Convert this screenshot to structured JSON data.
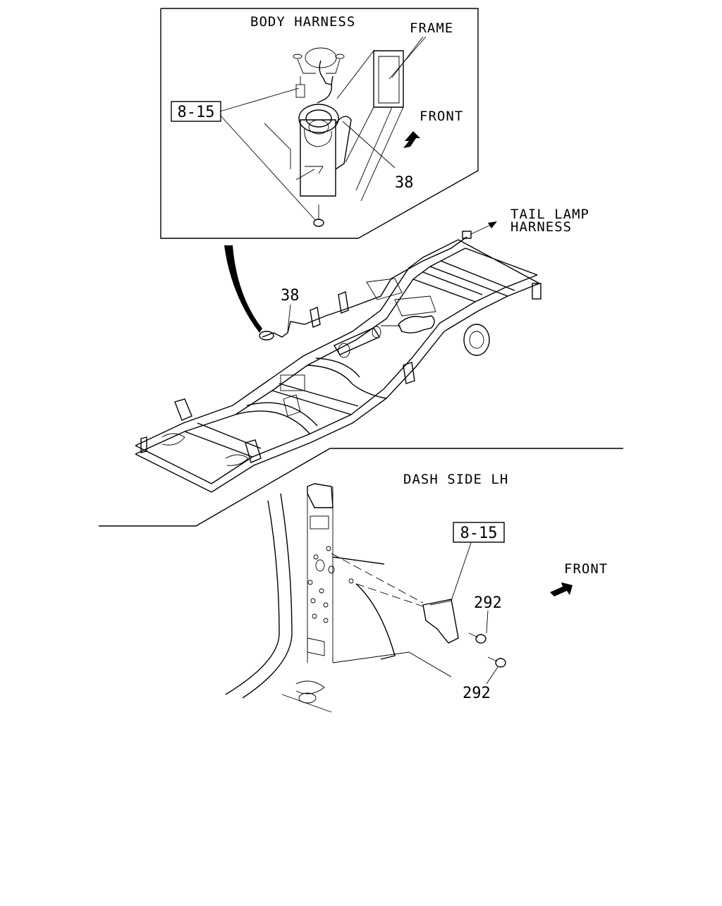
{
  "diagram": {
    "inset": {
      "body_harness_label": "BODY HARNESS",
      "frame_label": "FRAME",
      "front_label": "FRONT",
      "ref_box": "8-15",
      "part_number": "38"
    },
    "chassis": {
      "tail_lamp_line1": "TAIL LAMP",
      "tail_lamp_line2": "HARNESS",
      "part_number": "38"
    },
    "dash": {
      "title": "DASH SIDE LH",
      "ref_box": "8-15",
      "front_label": "FRONT",
      "part_number_upper": "292",
      "part_number_lower": "292"
    }
  }
}
